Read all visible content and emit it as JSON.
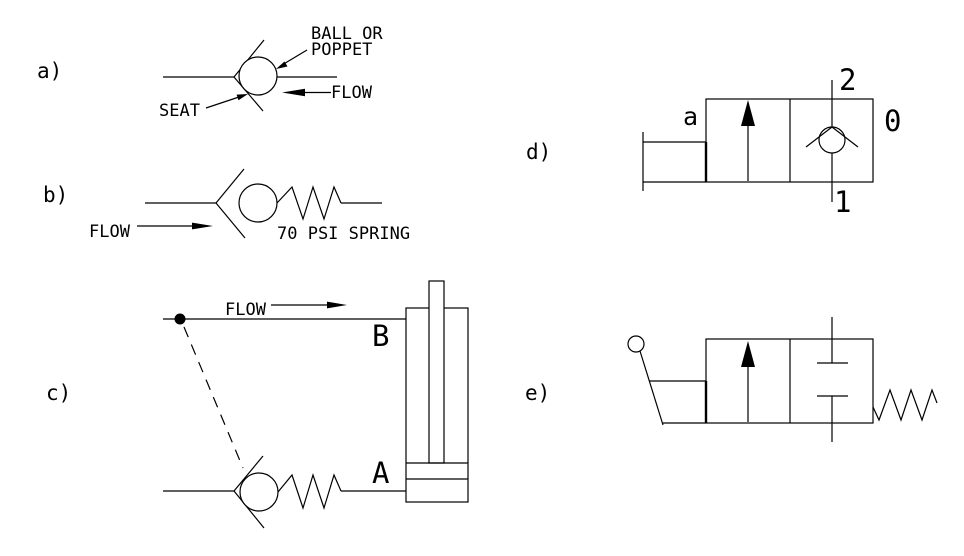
{
  "page": {
    "background": "#ffffff",
    "ink": "#000000"
  },
  "sections": {
    "a": {
      "label": "a)",
      "callout_ball_line1": "BALL OR",
      "callout_ball_line2": "POPPET",
      "callout_seat": "SEAT",
      "flow_label": "FLOW"
    },
    "b": {
      "label": "b)",
      "flow_label": "FLOW",
      "spring_label": "70 PSI SPRING"
    },
    "c": {
      "label": "c)",
      "flow_label": "FLOW",
      "port_b": "B",
      "port_a": "A"
    },
    "d": {
      "label": "d)",
      "actuator_label": "a",
      "port_top": "2",
      "port_right": "0",
      "port_bottom": "1"
    },
    "e": {
      "label": "e)"
    }
  }
}
